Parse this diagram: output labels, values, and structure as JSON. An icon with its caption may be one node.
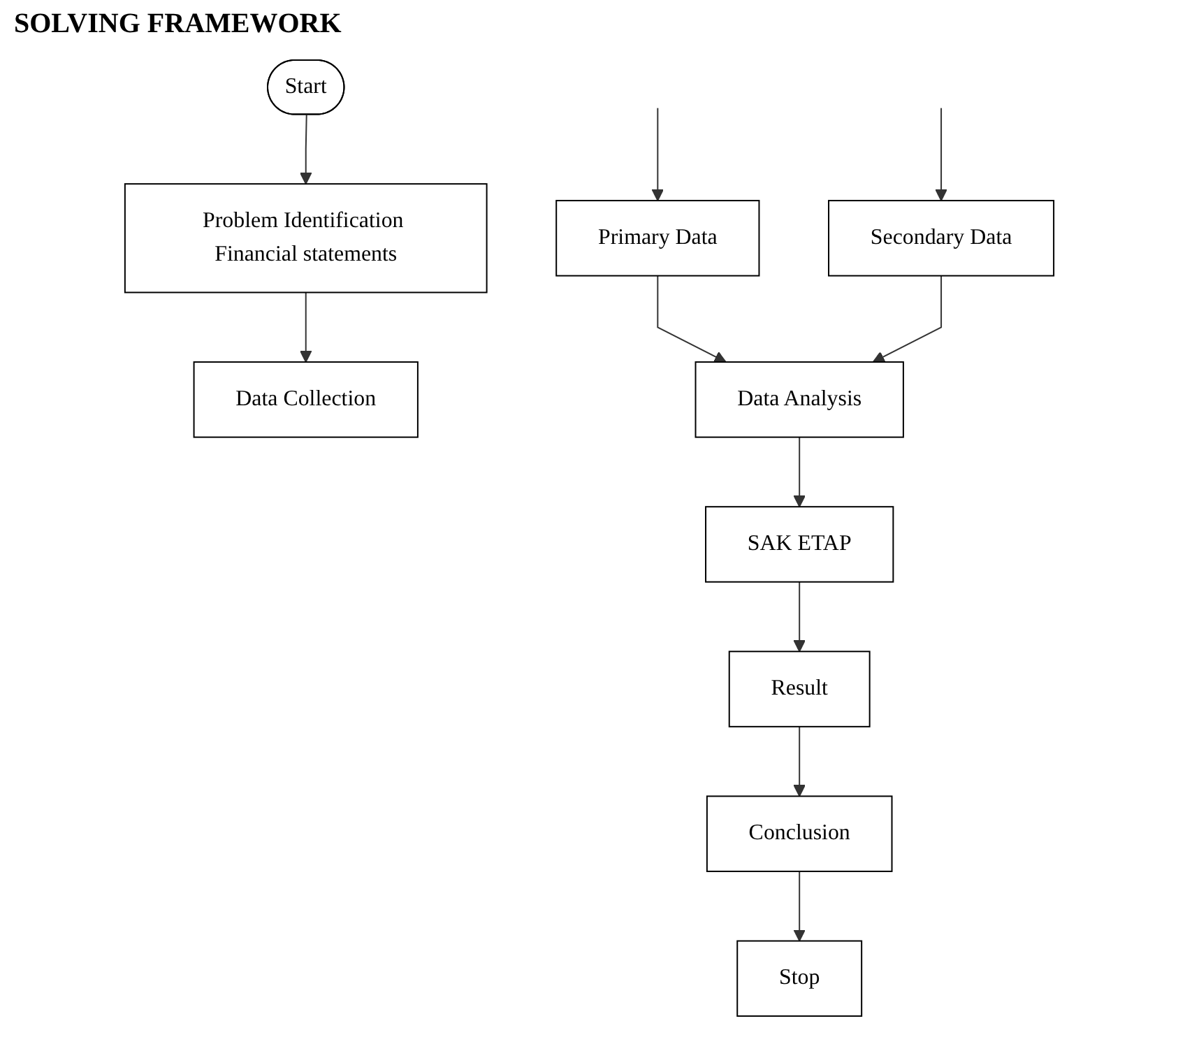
{
  "diagram": {
    "title": "SOLVING FRAMEWORK",
    "nodes": [
      {
        "text": [
          "Start"
        ]
      },
      {
        "text": [
          "Problem Identification Financial statements"
        ]
      },
      {
        "text": [
          "Data Collection"
        ]
      },
      {
        "text": [
          "Primary Data"
        ]
      },
      {
        "text": [
          "Secondary Data"
        ]
      },
      {
        "text": [
          "Data Analysis"
        ]
      },
      {
        "text": [
          "SAK ETAP"
        ]
      },
      {
        "text": [
          "Result"
        ]
      },
      {
        "text": [
          "Conclusion"
        ]
      },
      {
        "text": [
          "Stop"
        ]
      }
    ],
    "edges": [
      {
        "from": 0,
        "to": 1,
        "arrow": "to"
      },
      {
        "from": 1,
        "to": 2,
        "arrow": "to"
      },
      {
        "from": null,
        "to": 3,
        "arrow": "to"
      },
      {
        "from": null,
        "to": 4,
        "arrow": "to"
      },
      {
        "from": 3,
        "to": 5,
        "arrow": "to"
      },
      {
        "from": 4,
        "to": 5,
        "arrow": "to"
      },
      {
        "from": 5,
        "to": 6,
        "arrow": "to"
      },
      {
        "from": 6,
        "to": 7,
        "arrow": "to"
      },
      {
        "from": 7,
        "to": 8,
        "arrow": "to"
      },
      {
        "from": 8,
        "to": 9,
        "arrow": "to"
      }
    ]
  }
}
